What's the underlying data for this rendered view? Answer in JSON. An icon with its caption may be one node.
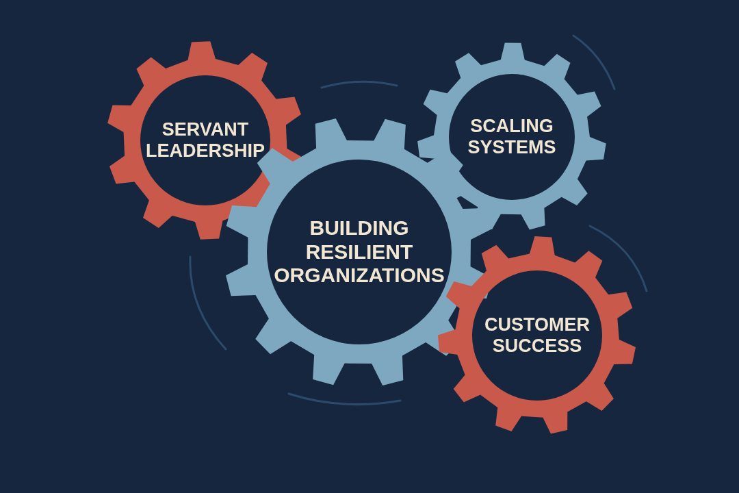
{
  "diagram": {
    "nodes": [
      {
        "text": [
          "SERVANT LEADERSHIP"
        ]
      },
      {
        "text": [
          "SCALING SYSTEMS"
        ]
      },
      {
        "text": [
          "BUILDING RESILIENT ORGANIZATIONS"
        ]
      },
      {
        "text": [
          "CUSTOMER SUCCESS"
        ]
      }
    ]
  }
}
